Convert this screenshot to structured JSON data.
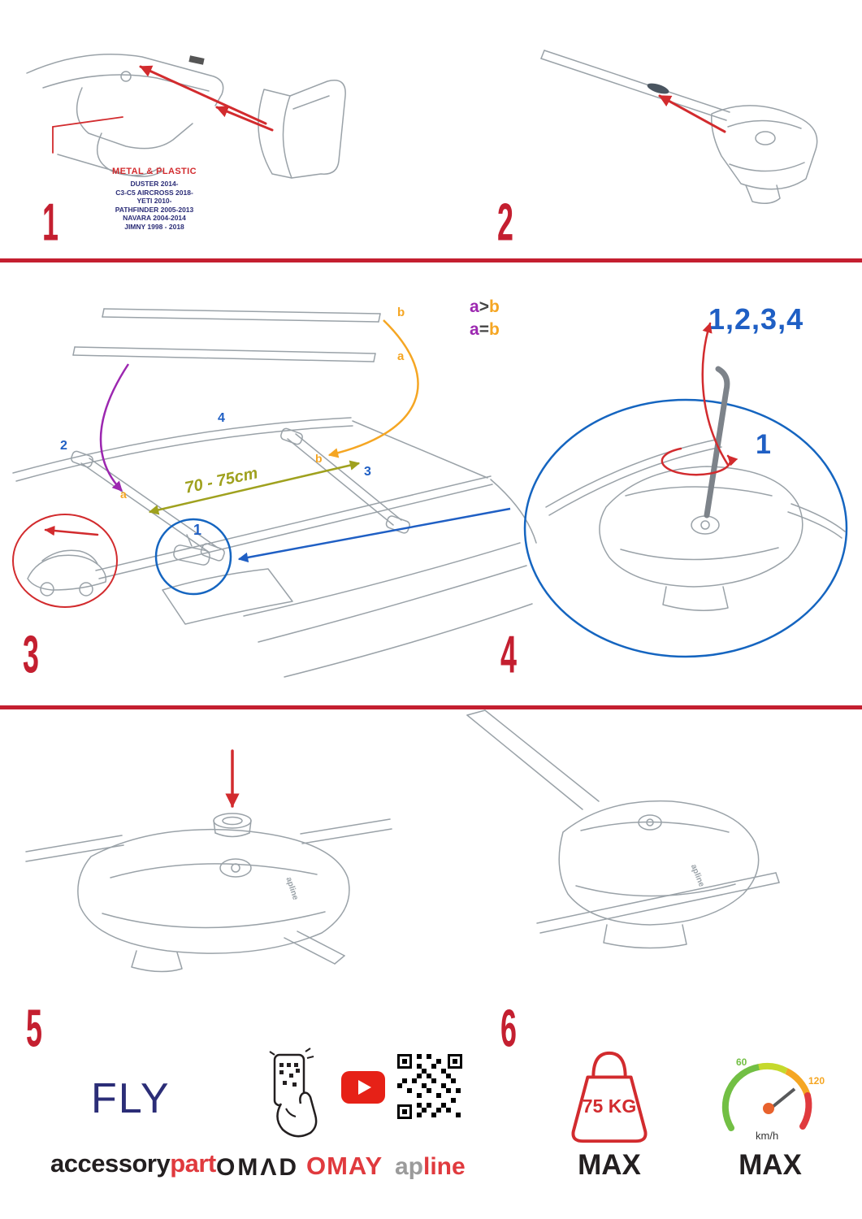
{
  "colors": {
    "red": "#d22b2e",
    "blue": "#1f5fc4",
    "purple": "#9c27b0",
    "orange": "#f5a623",
    "olive": "#9fa11e",
    "navy": "#2b2d77",
    "brand_red": "#e03a3e",
    "brand_gray": "#9b9b9b",
    "black": "#231f20",
    "speed_green": "#72bf44"
  },
  "steps": {
    "s1": {
      "num": "1",
      "material": "METAL & PLASTIC",
      "models": [
        "DUSTER 2014-",
        "C3-C5 AIRCROSS 2018-",
        "YETI 2010-",
        "PATHFINDER 2005-2013",
        "NAVARA 2004-2014",
        "JIMNY 1998 - 2018"
      ]
    },
    "s2": {
      "num": "2"
    },
    "s3": {
      "num": "3",
      "loose_b": "b",
      "loose_a": "a",
      "cmp1_a": "a",
      "cmp1_op": ">",
      "cmp1_b": "b",
      "cmp2_a": "a",
      "cmp2_op": "=",
      "cmp2_b": "b",
      "distance": "70 - 75cm",
      "pos1": "1",
      "pos2": "2",
      "pos3": "3",
      "pos4": "4",
      "bar_a": "a",
      "bar_b": "b"
    },
    "s4": {
      "num": "4",
      "sequence": "1,2,3,4",
      "pos1": "1"
    },
    "s5": {
      "num": "5",
      "logo": "apline"
    },
    "s6": {
      "num": "6",
      "logo": "apline"
    }
  },
  "footer": {
    "product": "FLY",
    "brand1_black": "accessory",
    "brand1_red": "part",
    "brand2": "OMΛD",
    "brand3": "OMAY",
    "brand4_gray": "ap",
    "brand4_red": "line",
    "weight": "75 KG",
    "weight_max": "MAX",
    "speed_60": "60",
    "speed_120": "120",
    "speed_unit": "km/h",
    "speed_max": "MAX"
  }
}
